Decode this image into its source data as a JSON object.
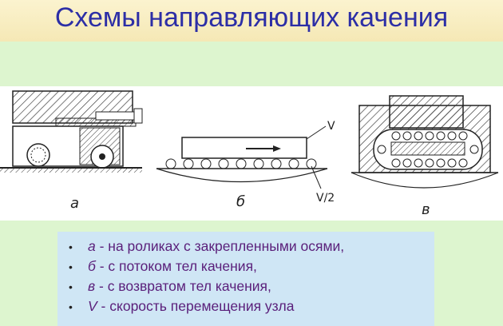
{
  "slide": {
    "title": "Схемы направляющих качения"
  },
  "figure": {
    "label_a": "а",
    "label_b": "б",
    "label_v": "в",
    "label_V": "V",
    "label_V2": "V/2"
  },
  "legend": [
    {
      "bullet": "•",
      "letter": "а",
      "text": " - на роликах с закрепленными осями,"
    },
    {
      "bullet": "•",
      "letter": "б",
      "text": " - с потоком тел качения,"
    },
    {
      "bullet": "•",
      "letter": "в",
      "text": " - с возвратом тел качения,"
    },
    {
      "bullet": "•",
      "letter": "V",
      "text": " - скорость перемещения  узла"
    }
  ],
  "colors": {
    "title": "#2c2ea6",
    "legend_text": "#5a1f7a",
    "band": "#ddf5cf",
    "legend_bg": "#cfe6f5"
  }
}
